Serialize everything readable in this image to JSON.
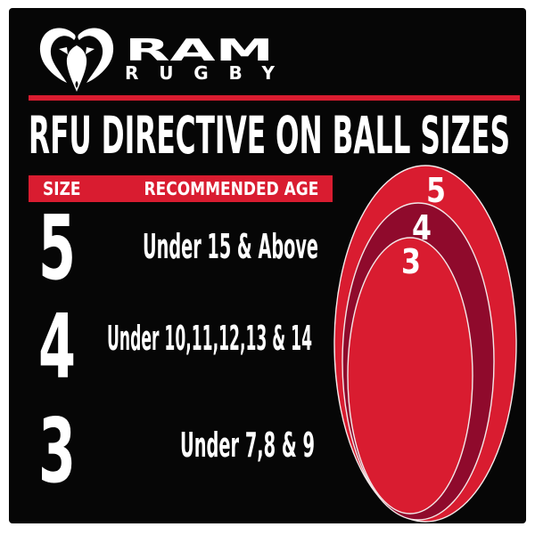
{
  "brand": {
    "name": "RAM",
    "sub": "RUGBY"
  },
  "title": "RFU DIRECTIVE ON BALL SIZES",
  "table": {
    "headers": {
      "size": "SIZE",
      "age": "RECOMMENDED AGE"
    },
    "rows": [
      {
        "size": "5",
        "age": "Under 15 & Above"
      },
      {
        "size": "4",
        "age": "Under 10,11,12,13 & 14"
      },
      {
        "size": "3",
        "age": "Under 7,8 & 9"
      }
    ]
  },
  "balls": [
    {
      "label": "5",
      "color": "#d91c30"
    },
    {
      "label": "4",
      "color": "#8f0a2c"
    },
    {
      "label": "3",
      "color": "#d91c30"
    }
  ],
  "colors": {
    "red": "#d91c30",
    "maroon": "#8f0a2c",
    "background": "#060606",
    "border": "#ffffff",
    "text": "#ffffff"
  }
}
